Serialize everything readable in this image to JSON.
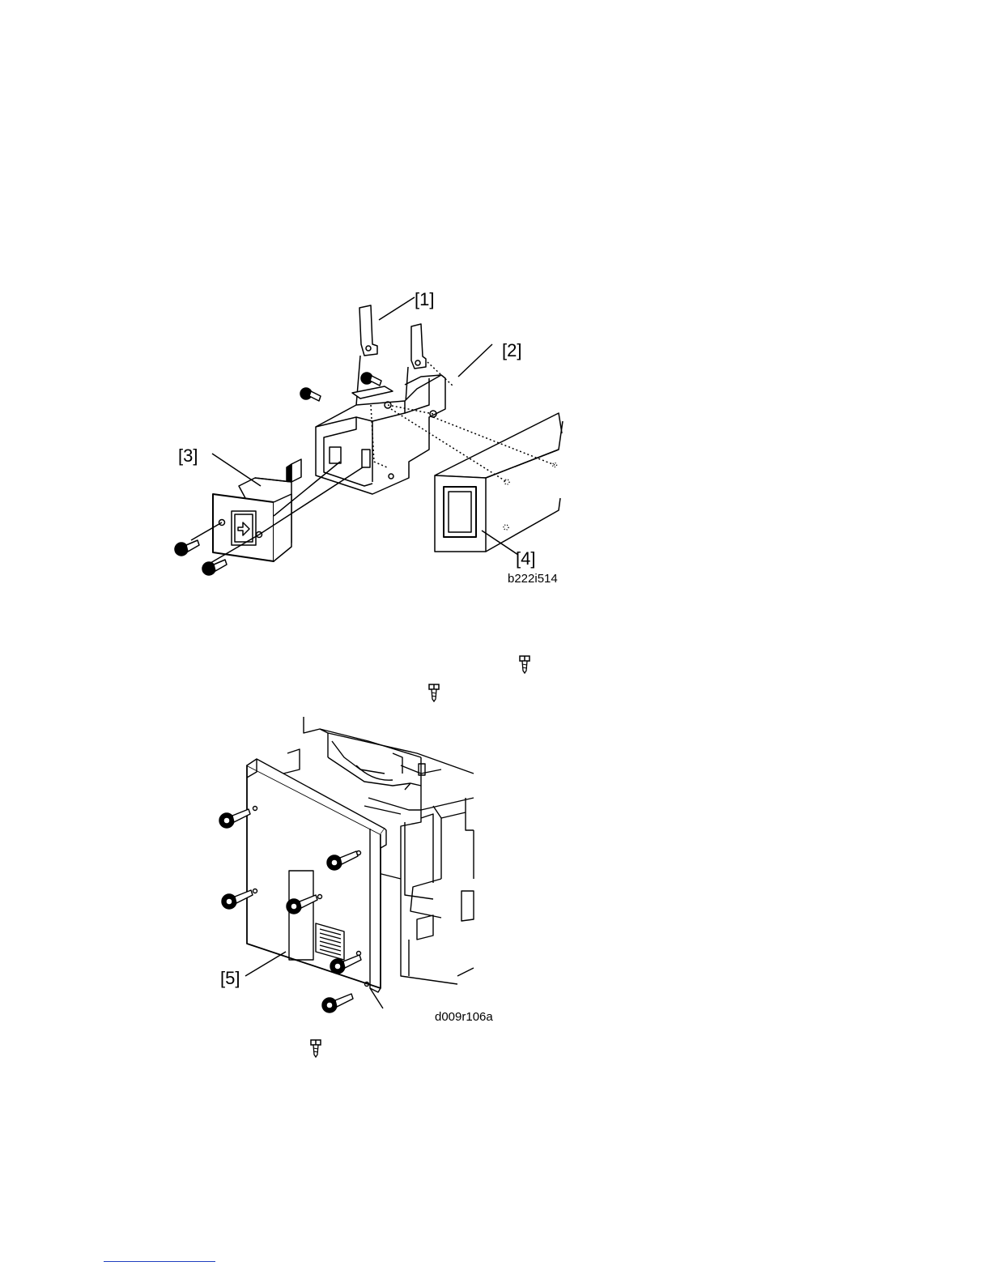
{
  "figure1": {
    "callouts": [
      "[1]",
      "[2]",
      "[3]",
      "[4]"
    ],
    "code": "b222i514"
  },
  "figure2": {
    "callouts": [
      "[5]"
    ],
    "code": "d009r106a"
  },
  "icons": [
    "screw-icon",
    "screw-icon",
    "screw-icon"
  ],
  "colors": {
    "line": "#000000",
    "footer_rule": "#1f3fbf"
  }
}
